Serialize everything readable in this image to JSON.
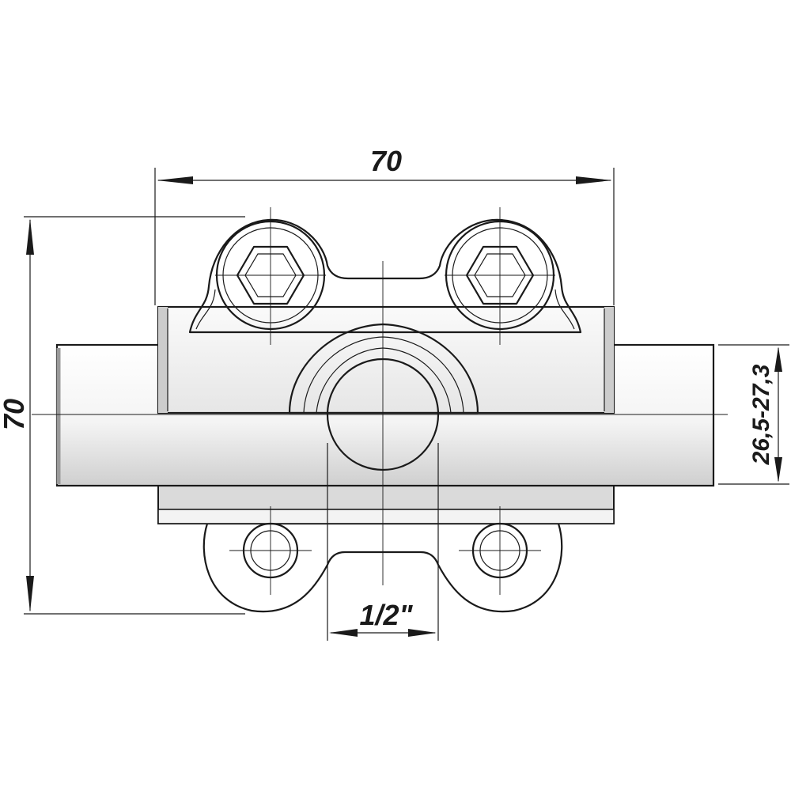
{
  "dimensions": {
    "width_label": "70",
    "height_label": "70",
    "pipe_diameter_label": "26,5-27,3",
    "outlet_thread_label": "1/2\""
  },
  "colors": {
    "line": "#1a1a1a",
    "body_light": "#f0f0f0",
    "body_shade": "#d2d2d2",
    "background": "#ffffff"
  }
}
